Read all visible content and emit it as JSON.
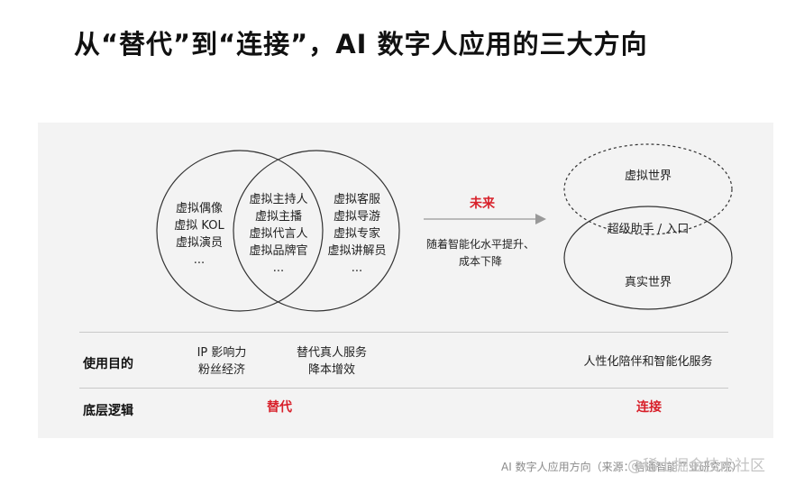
{
  "title": "从“替代”到“连接”，AI 数字人应用的三大方向",
  "venn_left": {
    "left_items": [
      "虚拟偶像",
      "虚拟 KOL",
      "虚拟演员",
      "..."
    ],
    "middle_items": [
      "虚拟主持人",
      "虚拟主播",
      "虚拟代言人",
      "虚拟品牌官",
      "..."
    ],
    "right_items": [
      "虚拟客服",
      "虚拟导游",
      "虚拟专家",
      "虚拟讲解员",
      "..."
    ]
  },
  "arrow": {
    "label": "未来",
    "caption_line1": "随着智能化水平提升、",
    "caption_line2": "成本下降"
  },
  "venn_right": {
    "top": "虚拟世界",
    "middle": "超级助手 / 入口",
    "bottom": "真实世界"
  },
  "rows": {
    "purpose_label": "使用目的",
    "purpose_col1_line1": "IP 影响力",
    "purpose_col1_line2": "粉丝经济",
    "purpose_col2_line1": "替代真人服务",
    "purpose_col2_line2": "降本增效",
    "purpose_col3": "人性化陪伴和智能化服务",
    "logic_label": "底层逻辑",
    "logic_left": "替代",
    "logic_right": "连接"
  },
  "footer": "AI 数字人应用方向（来源：信通智能产业研究院）",
  "watermark": "@稀土掘金技术社区",
  "colors": {
    "accent_red": "#d8202a",
    "panel_bg": "#f3f3f3"
  }
}
